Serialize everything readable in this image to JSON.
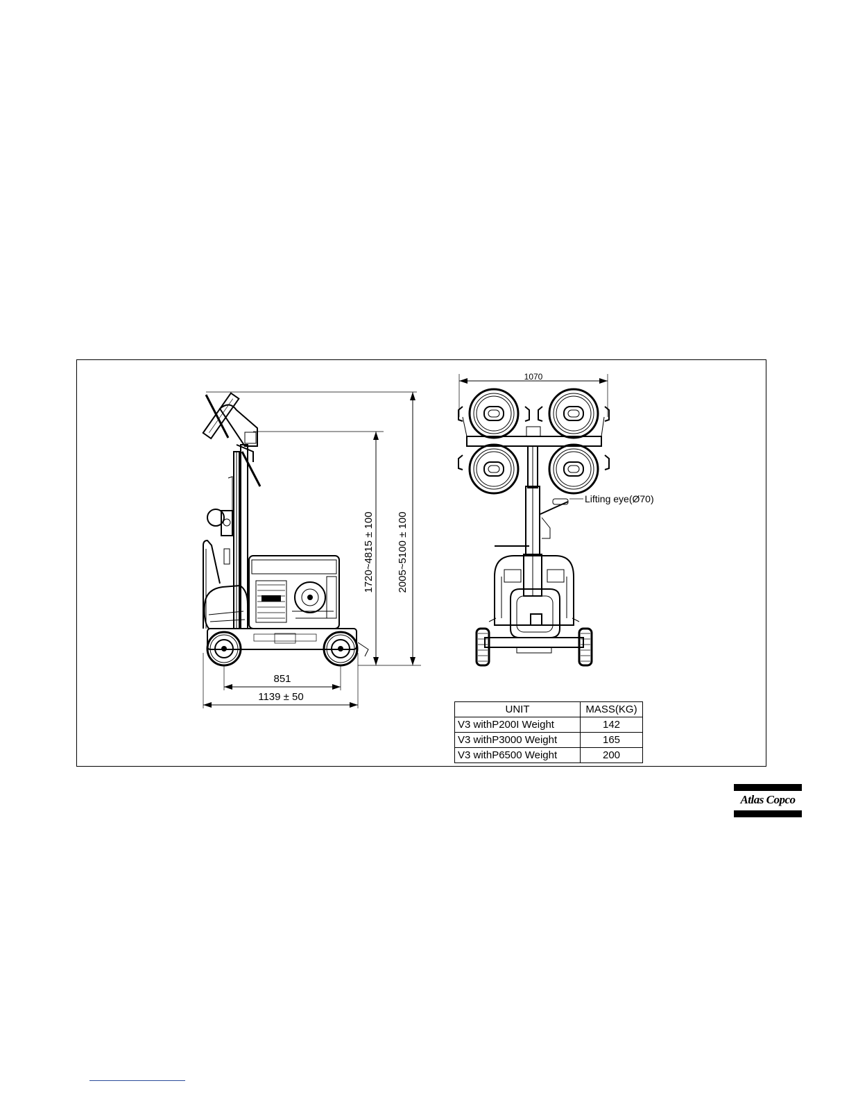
{
  "dimensions": {
    "top_width": "1070",
    "wheelbase": "851",
    "overall_length": "1139 ± 50",
    "mast_height_range": "1720~4815 ± 100",
    "overall_height_range": "2005~5100 ± 100",
    "lifting_eye": "Lifting eye(Ø70)"
  },
  "mass_table": {
    "headers": [
      "UNIT",
      "MASS(KG)"
    ],
    "rows": [
      {
        "unit": "V3  withP200I Weight",
        "mass": "142"
      },
      {
        "unit": "V3  withP3000 Weight",
        "mass": "165"
      },
      {
        "unit": "V3  withP6500 Weight",
        "mass": "200"
      }
    ]
  },
  "brand": {
    "logo_text": "Atlas Copco"
  },
  "colors": {
    "ink": "#000000",
    "paper": "#ffffff",
    "footer_rule": "#2a4a9a"
  }
}
